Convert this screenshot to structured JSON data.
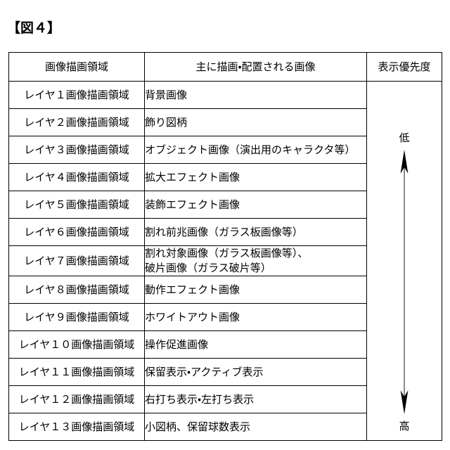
{
  "figure": {
    "title": "【図４】"
  },
  "table": {
    "headers": {
      "area": "画像描画領域",
      "description": "主に描画・配置される画像",
      "priority": "表示優先度"
    },
    "rows": [
      {
        "area": "レイヤ１画像描画領域",
        "description": [
          "背景画像"
        ]
      },
      {
        "area": "レイヤ２画像描画領域",
        "description": [
          "飾り図柄"
        ]
      },
      {
        "area": "レイヤ３画像描画領域",
        "description": [
          "オブジェクト画像（演出用のキャラクタ等）"
        ]
      },
      {
        "area": "レイヤ４画像描画領域",
        "description": [
          "拡大エフェクト画像"
        ]
      },
      {
        "area": "レイヤ５画像描画領域",
        "description": [
          "装飾エフェクト画像"
        ]
      },
      {
        "area": "レイヤ６画像描画領域",
        "description": [
          "割れ前兆画像（ガラス板画像等）"
        ]
      },
      {
        "area": "レイヤ７画像描画領域",
        "description": [
          "割れ対象画像（ガラス板画像等）、",
          "破片画像（ガラス破片等）"
        ]
      },
      {
        "area": "レイヤ８画像描画領域",
        "description": [
          "動作エフェクト画像"
        ]
      },
      {
        "area": "レイヤ９画像描画領域",
        "description": [
          "ホワイトアウト画像"
        ]
      },
      {
        "area": "レイヤ１０画像描画領域",
        "description": [
          "操作促進画像"
        ]
      },
      {
        "area": "レイヤ１１画像描画領域",
        "description": [
          "保留表示・アクティブ表示"
        ]
      },
      {
        "area": "レイヤ１２画像描画領域",
        "description": [
          "右打ち表示・左打ち表示"
        ]
      },
      {
        "area": "レイヤ１３画像描画領域",
        "description": [
          "小図柄、保留球数表示"
        ]
      }
    ],
    "priority_scale": {
      "top_label": "低",
      "bottom_label": "高",
      "arrow": "double-headed-vertical-arrow"
    }
  },
  "colors": {
    "background": "#ffffff",
    "ink": "#000000",
    "border": "#000000"
  }
}
